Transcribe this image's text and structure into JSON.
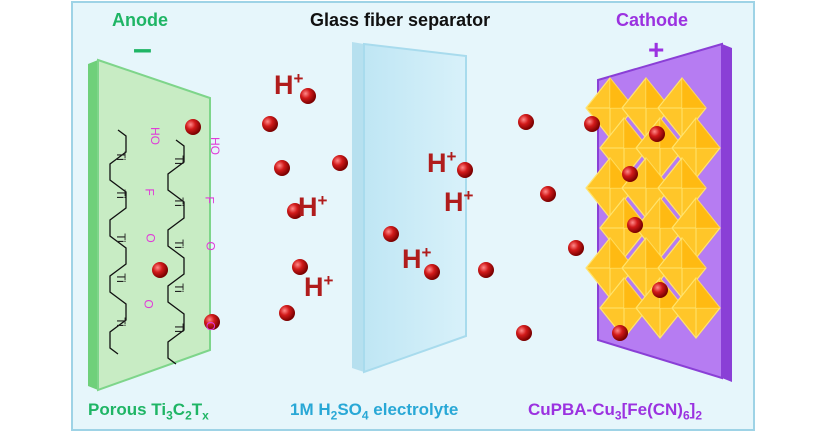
{
  "colors": {
    "background": "#e6f6fb",
    "frame": "#9ed3e6",
    "anode": "#1fb565",
    "anode_panel": "#c8ecc4",
    "separator": "#29a8d6",
    "cathode": "#9b32e0",
    "cathode_panel": "#b67cf2",
    "ion": "#b01c1c",
    "crystal": "#ffc629",
    "functional_group": "#e03cd8"
  },
  "labels": {
    "anode": "Anode",
    "separator": "Glass fiber separator",
    "cathode": "Cathode",
    "anode_sign": "–",
    "cathode_sign": "+"
  },
  "bottom": {
    "anode_prefix": "Porous Ti",
    "anode_sub1": "3",
    "anode_mid1": "C",
    "anode_sub2": "2",
    "anode_mid2": "T",
    "anode_sub3": "x",
    "electrolyte_prefix": "1M H",
    "electrolyte_sub1": "2",
    "electrolyte_mid": "SO",
    "electrolyte_sub2": "4",
    "electrolyte_suffix": " electrolyte",
    "cathode_prefix": "CuPBA-Cu",
    "cathode_sub1": "3",
    "cathode_mid": "[Fe(CN)",
    "cathode_sub2": "6",
    "cathode_mid2": "]",
    "cathode_sub3": "2"
  },
  "ions": [
    {
      "base": "H",
      "charge": "+"
    },
    {
      "base": "H",
      "charge": "+"
    },
    {
      "base": "H",
      "charge": "+"
    },
    {
      "base": "H",
      "charge": "+"
    },
    {
      "base": "H",
      "charge": "+"
    },
    {
      "base": "H",
      "charge": "+"
    }
  ],
  "mxene": {
    "ti": "Ti",
    "groups": [
      "HO",
      "F",
      "O",
      "O",
      "HO",
      "F",
      "O",
      "O"
    ]
  },
  "icons": {
    "ion_sphere": "sphere-icon",
    "crystal": "octahedron-icon"
  }
}
